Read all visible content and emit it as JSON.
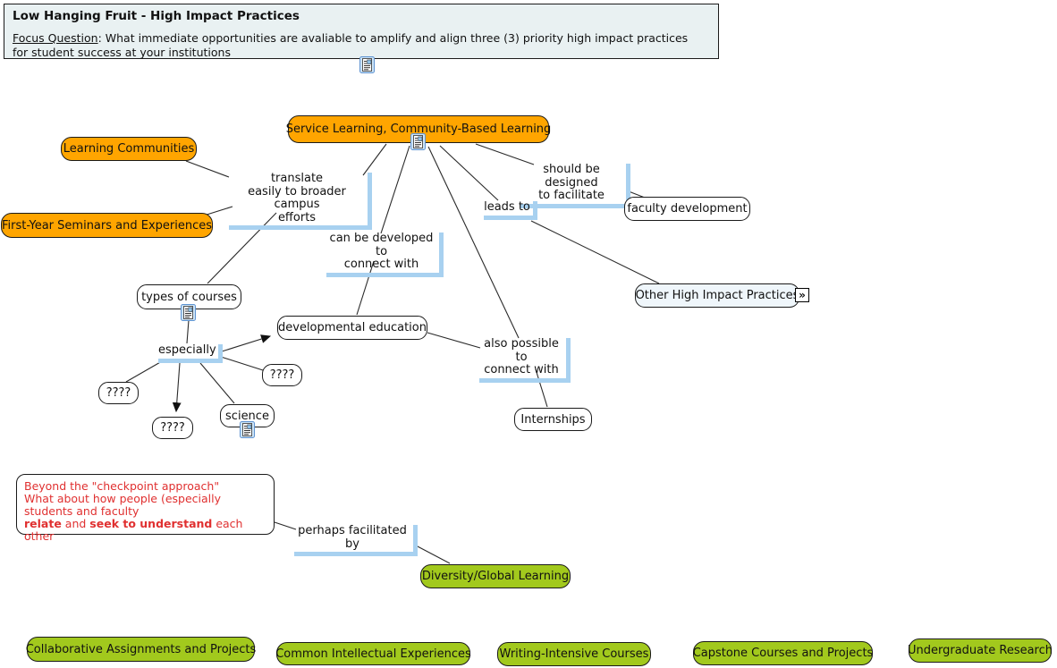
{
  "header": {
    "title": "Low Hanging Fruit - High Impact Practices",
    "focus_label": "Focus Question",
    "focus_rest": ": What immediate opportunities are avaliable to amplify and align three (3) priority high impact practices",
    "focus_line2": "for student success at your institutions"
  },
  "nodes": {
    "service_learning": {
      "label": "Service Learning, Community-Based Learning"
    },
    "learning_communities": {
      "label": "Learning Communities"
    },
    "first_year_seminars": {
      "label": "First-Year Seminars and Experiences"
    },
    "faculty_development": {
      "label": "faculty development"
    },
    "other_high_impact": {
      "label": "Other High Impact Practices"
    },
    "types_of_courses": {
      "label": "types of courses"
    },
    "developmental_education": {
      "label": "developmental education"
    },
    "internships": {
      "label": "Internships"
    },
    "unknown_1": {
      "label": "????"
    },
    "unknown_2": {
      "label": "????"
    },
    "unknown_3": {
      "label": "????"
    },
    "science": {
      "label": "science"
    },
    "diversity_global": {
      "label": "Diversity/Global Learning"
    },
    "collaborative_assignments": {
      "label": "Collaborative Assignments and Projects"
    },
    "common_intellectual": {
      "label": "Common Intellectual Experiences"
    },
    "writing_intensive": {
      "label": "Writing-Intensive Courses"
    },
    "capstone_courses": {
      "label": "Capstone Courses and Projects"
    },
    "undergraduate_research": {
      "label": "Undergraduate Research"
    }
  },
  "links": {
    "translate": "translate\neasily to broader campus\nefforts",
    "should_facilitate": "should be designed\nto facilitate",
    "leads_to": "leads to",
    "can_be_developed": "can be developed to\nconnect with",
    "also_possible": "also possible to\nconnect with",
    "especially": "especially",
    "perhaps_facilitated": "perhaps facilitated by"
  },
  "note_box": {
    "line1": "Beyond the \"checkpoint approach\"",
    "line2": "What about how people (especially",
    "line3": "students and faculty",
    "relate": "relate",
    "and_text": " and ",
    "seek": "seek to understand",
    "each_other": " each other"
  },
  "icons": {
    "resource": "document-resource",
    "goto_glyph": "»"
  },
  "colors": {
    "orange_node": "#FFA500",
    "green_node": "#A2C91D",
    "bracket_blue": "#A8D1F0",
    "note_red": "#E03030",
    "header_bg": "#E9F1F2"
  }
}
